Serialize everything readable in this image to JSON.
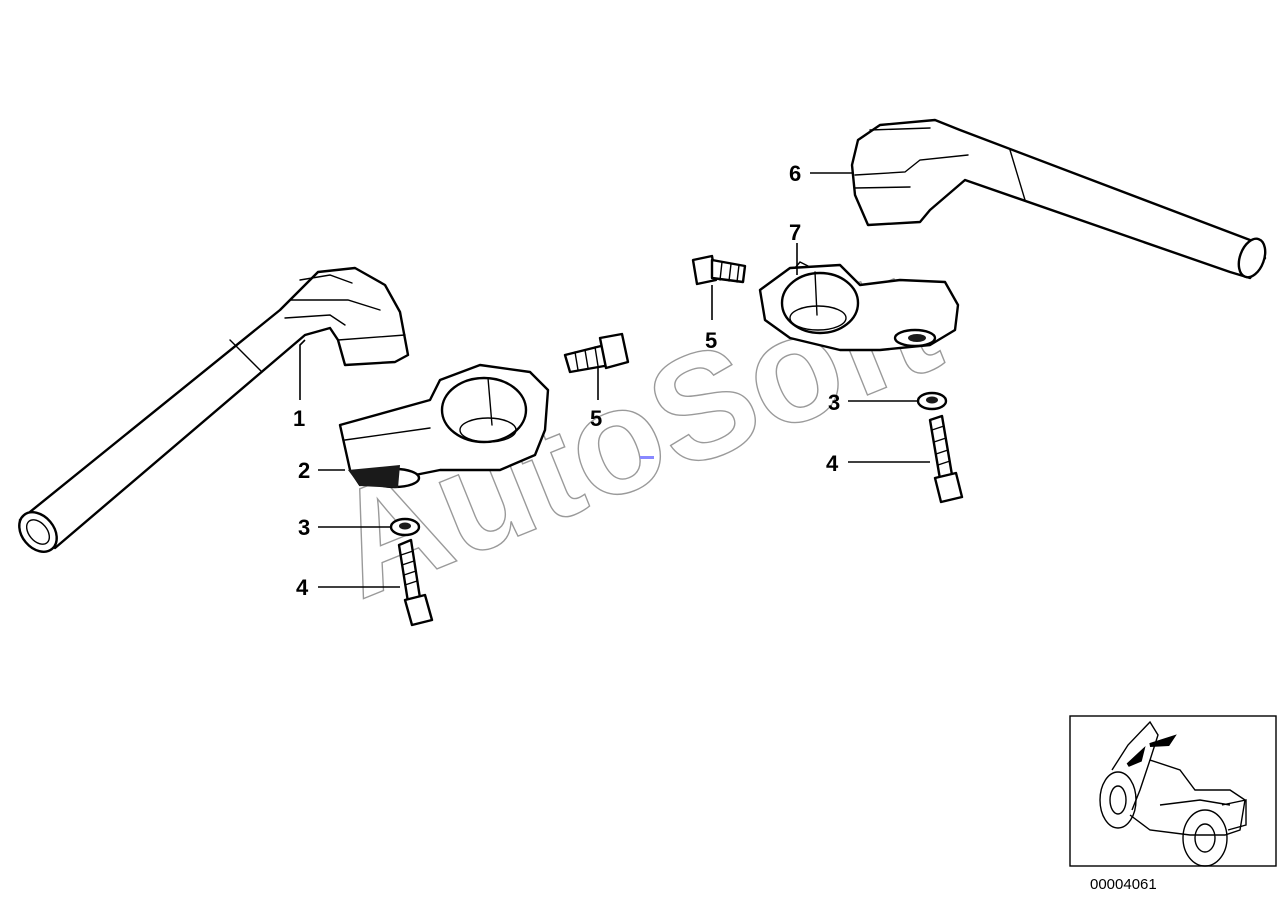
{
  "watermark": "AutoSoft",
  "callouts": {
    "c1": "1",
    "c2": "2",
    "c3_left": "3",
    "c4_left": "4",
    "c5_left": "5",
    "c5_right": "5",
    "c6": "6",
    "c7": "7",
    "c3_right": "3",
    "c4_right": "4"
  },
  "diagram_id": "00004061"
}
